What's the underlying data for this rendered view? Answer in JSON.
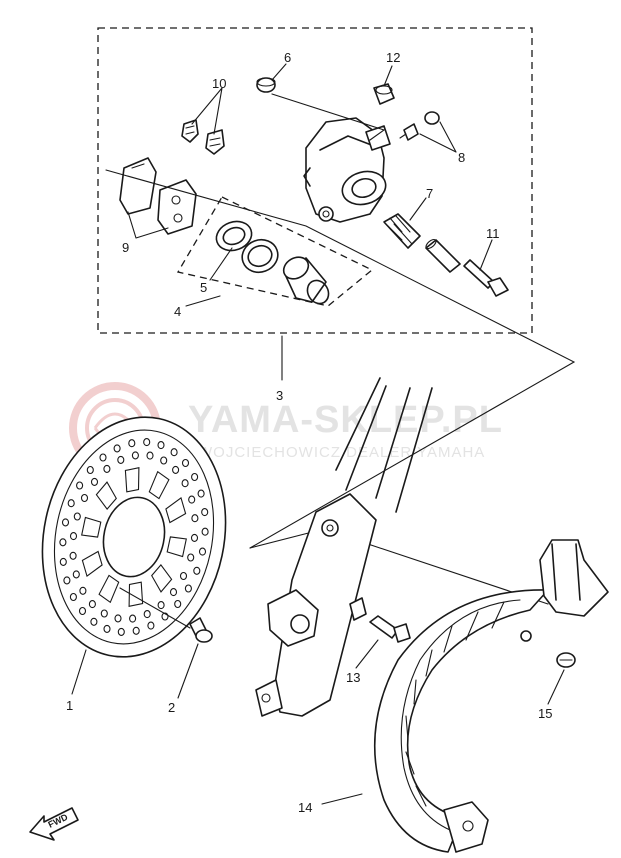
{
  "watermark": {
    "title": "YAMA-SKLEP.PL",
    "subtitle": "WOJCIECHOWICZ DEALER YAMAHA",
    "logo_color": "#e8a8a8"
  },
  "callouts": {
    "c1": "1",
    "c2": "2",
    "c3": "3",
    "c4": "4",
    "c5": "5",
    "c6": "6",
    "c7": "7",
    "c8": "8",
    "c9": "9",
    "c10": "10",
    "c11": "11",
    "c12": "12",
    "c13": "13",
    "c14": "14",
    "c15": "15"
  },
  "fwd_label": "FWD"
}
